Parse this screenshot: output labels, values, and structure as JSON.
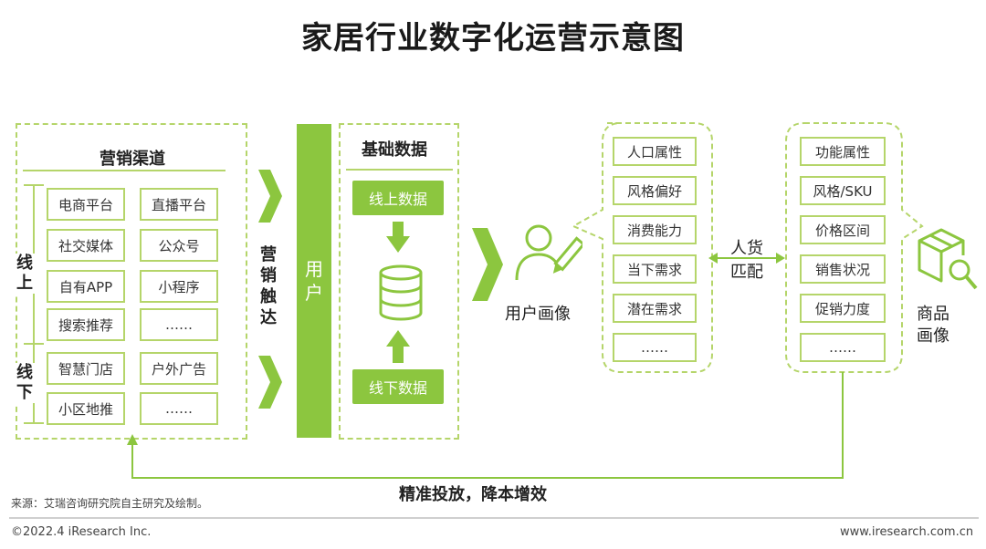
{
  "title": "家居行业数字化运营示意图",
  "marketing": {
    "header": "营销渠道",
    "online_label": "线上",
    "offline_label": "线下",
    "online_items": [
      "电商平台",
      "直播平台",
      "社交媒体",
      "公众号",
      "自有APP",
      "小程序",
      "搜索推荐",
      "……"
    ],
    "offline_items": [
      "智慧门店",
      "户外广告",
      "小区地推",
      "……"
    ]
  },
  "touch_label": "营销触达",
  "user_column": "用户",
  "base_data": {
    "header": "基础数据",
    "online": "线上数据",
    "offline": "线下数据"
  },
  "user_portrait": {
    "label": "用户画像",
    "items": [
      "人口属性",
      "风格偏好",
      "消费能力",
      "当下需求",
      "潜在需求",
      "……"
    ]
  },
  "match": {
    "line1": "人货",
    "line2": "匹配"
  },
  "product_portrait": {
    "label_line1": "商品",
    "label_line2": "画像",
    "items": [
      "功能属性",
      "风格/SKU",
      "价格区间",
      "销售状况",
      "促销力度",
      "……"
    ]
  },
  "feedback": "精准投放，降本增效",
  "source": "来源：艾瑞咨询研究院自主研究及绘制。",
  "copyright": "©2022.4 iResearch Inc.",
  "website": "www.iresearch.com.cn",
  "colors": {
    "accent": "#8cc63f",
    "accent_light": "#b5d56a"
  },
  "icons": [
    "user-edit-icon",
    "database-icon",
    "box-search-icon",
    "chevron-right-icon",
    "arrow-down-icon",
    "arrow-up-icon",
    "double-arrow-icon"
  ]
}
